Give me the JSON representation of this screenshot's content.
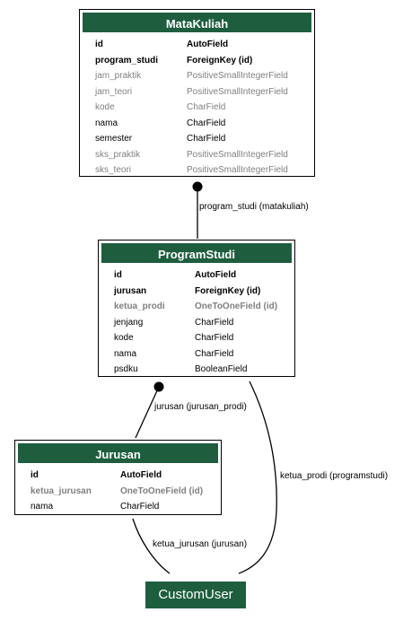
{
  "entities": {
    "matakuliah": {
      "title": "MataKuliah",
      "fields": [
        {
          "name": "id",
          "type": "AutoField",
          "style": "bold"
        },
        {
          "name": "program_studi",
          "type": "ForeignKey (id)",
          "style": "bold"
        },
        {
          "name": "jam_praktik",
          "type": "PositiveSmallIntegerField",
          "style": "muted"
        },
        {
          "name": "jam_teori",
          "type": "PositiveSmallIntegerField",
          "style": "muted"
        },
        {
          "name": "kode",
          "type": "CharField",
          "style": "muted"
        },
        {
          "name": "nama",
          "type": "CharField",
          "style": "normal"
        },
        {
          "name": "semester",
          "type": "CharField",
          "style": "normal"
        },
        {
          "name": "sks_praktik",
          "type": "PositiveSmallIntegerField",
          "style": "muted"
        },
        {
          "name": "sks_teori",
          "type": "PositiveSmallIntegerField",
          "style": "muted"
        }
      ]
    },
    "programstudi": {
      "title": "ProgramStudi",
      "fields": [
        {
          "name": "id",
          "type": "AutoField",
          "style": "bold"
        },
        {
          "name": "jurusan",
          "type": "ForeignKey (id)",
          "style": "bold"
        },
        {
          "name": "ketua_prodi",
          "type": "OneToOneField (id)",
          "style": "muted-bold"
        },
        {
          "name": "jenjang",
          "type": "CharField",
          "style": "normal"
        },
        {
          "name": "kode",
          "type": "CharField",
          "style": "normal"
        },
        {
          "name": "nama",
          "type": "CharField",
          "style": "normal"
        },
        {
          "name": "psdku",
          "type": "BooleanField",
          "style": "normal"
        }
      ]
    },
    "jurusan": {
      "title": "Jurusan",
      "fields": [
        {
          "name": "id",
          "type": "AutoField",
          "style": "bold"
        },
        {
          "name": "ketua_jurusan",
          "type": "OneToOneField (id)",
          "style": "muted-bold"
        },
        {
          "name": "nama",
          "type": "CharField",
          "style": "normal"
        }
      ]
    },
    "customuser": {
      "title": "CustomUser"
    }
  },
  "edges": {
    "matakuliah_programstudi": "program_studi (matakuliah)",
    "programstudi_jurusan": "jurusan (jurusan_prodi)",
    "programstudi_customuser": "ketua_prodi (programstudi)",
    "jurusan_customuser": "ketua_jurusan (jurusan)"
  },
  "colors": {
    "header": "#1e5e3f",
    "muted_text": "#7f7f7f"
  }
}
